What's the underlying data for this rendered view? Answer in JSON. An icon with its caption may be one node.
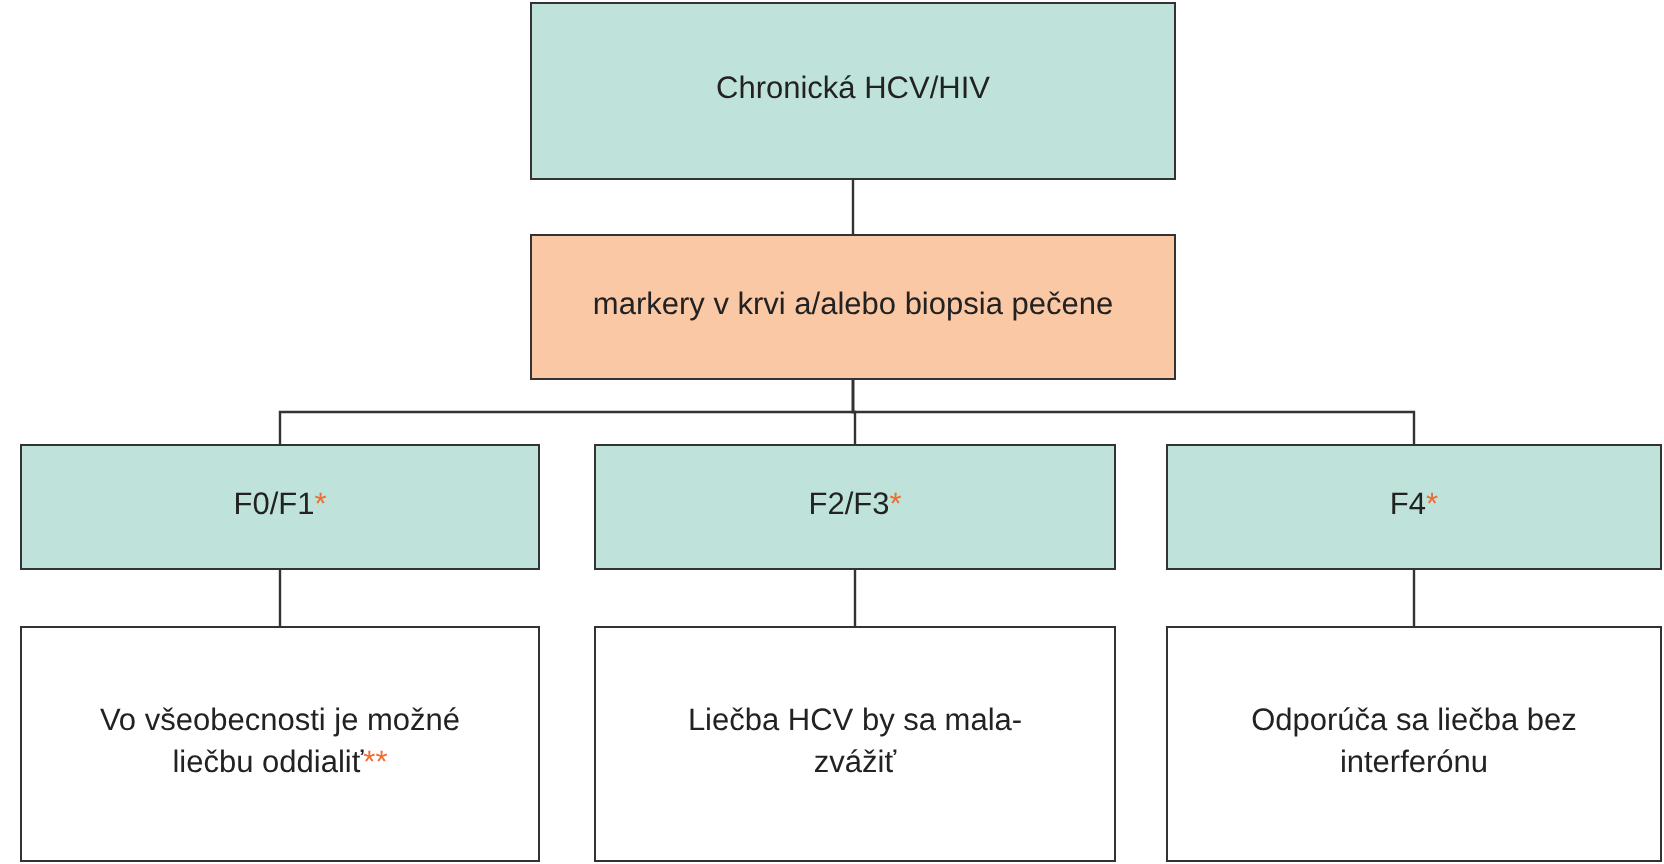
{
  "diagram": {
    "nodes": [
      {
        "text": [
          "Chronická HCV/HIV"
        ]
      },
      {
        "text": [
          "markery v krvi a/alebo biopsia pečene"
        ]
      },
      {
        "text": [
          "F0/F1*"
        ]
      },
      {
        "text": [
          "F2/F3*"
        ]
      },
      {
        "text": [
          "F4*"
        ]
      },
      {
        "text": [
          "Vo všeobecnosti je možné liečbu oddialiť**"
        ]
      },
      {
        "text": [
          "Liečba HCV by sa mala- zvážiť"
        ]
      },
      {
        "text": [
          "Odporúča sa liečba bez interferónu"
        ]
      }
    ],
    "edges": [
      {
        "from": 0,
        "to": 1,
        "arrow": "none"
      },
      {
        "from": 1,
        "to": 2,
        "arrow": "none"
      },
      {
        "from": 1,
        "to": 3,
        "arrow": "none"
      },
      {
        "from": 1,
        "to": 4,
        "arrow": "none"
      },
      {
        "from": 2,
        "to": 5,
        "arrow": "none"
      },
      {
        "from": 3,
        "to": 6,
        "arrow": "none"
      },
      {
        "from": 4,
        "to": 7,
        "arrow": "none"
      }
    ]
  }
}
